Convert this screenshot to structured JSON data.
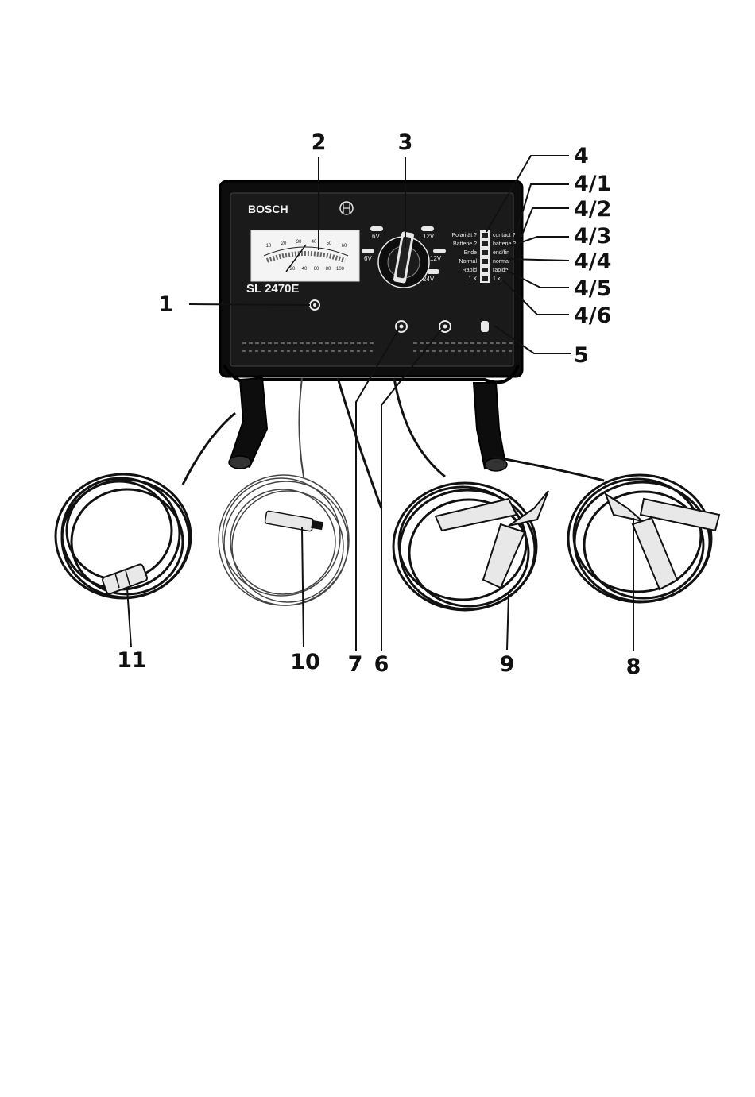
{
  "device": {
    "brand": "BOSCH",
    "model": "SL 2470E"
  },
  "meter": {
    "scale_top": [
      "10",
      "20",
      "30",
      "40",
      "50",
      "60"
    ],
    "scale_bottom": [
      "20",
      "40",
      "60",
      "80",
      "100"
    ]
  },
  "selector": {
    "labels": [
      "6V",
      "12V",
      "12V",
      "24V",
      "6V"
    ]
  },
  "indicators": {
    "left": [
      "Polarität ?",
      "Batterie ?",
      "Ende",
      "Normal",
      "Rapid",
      "1 X"
    ],
    "right": [
      "contact ?",
      "batterie ?",
      "end/fin",
      "normal",
      "rapide",
      "1 x"
    ]
  },
  "callouts": {
    "c1": "1",
    "c2": "2",
    "c3": "3",
    "c4": "4",
    "c4_1": "4/1",
    "c4_2": "4/2",
    "c4_3": "4/3",
    "c4_4": "4/4",
    "c4_5": "4/5",
    "c4_6": "4/6",
    "c5": "5",
    "c6": "6",
    "c7": "7",
    "c8": "8",
    "c9": "9",
    "c10": "10",
    "c11": "11"
  }
}
